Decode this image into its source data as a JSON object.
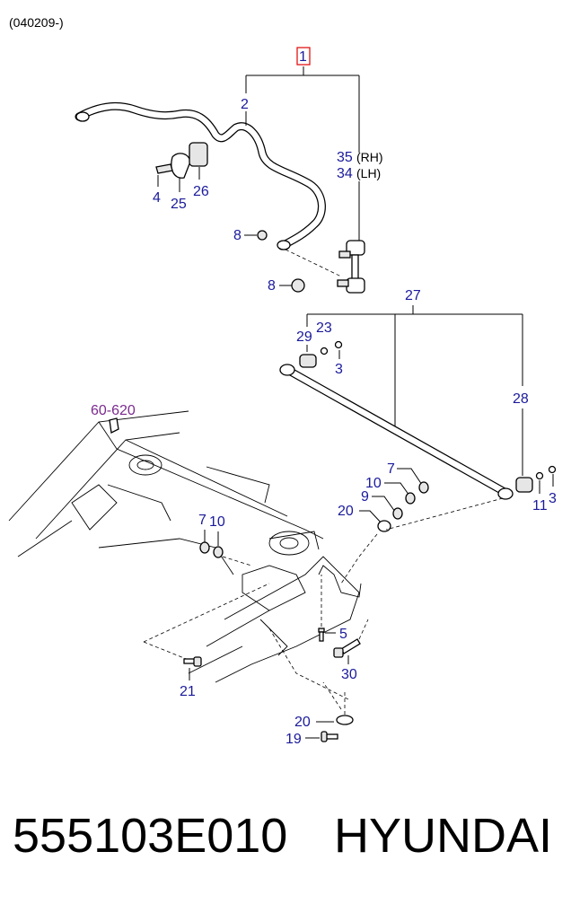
{
  "header": {
    "date_code": "(040209-)"
  },
  "labels": {
    "p1": "1",
    "p2": "2",
    "p35": "35",
    "rh": "(RH)",
    "p34": "34",
    "lh": "(LH)",
    "p4": "4",
    "p25": "25",
    "p26": "26",
    "p8a": "8",
    "p8b": "8",
    "p27": "27",
    "p29": "29",
    "p23": "23",
    "p3a": "3",
    "p28": "28",
    "p3b": "3",
    "p11": "11",
    "p60": "60-620",
    "p7a": "7",
    "p10a": "10",
    "p9": "9",
    "p20a": "20",
    "p7b": "7",
    "p10b": "10",
    "p5": "5",
    "p30": "30",
    "p21": "21",
    "p20b": "20",
    "p19": "19"
  },
  "footer": {
    "part_number": "555103E010",
    "brand": "HYUNDAI"
  },
  "colors": {
    "callout": "#1a1a9c",
    "reference": "#7b2a8e",
    "highlight_box": "#e00000"
  }
}
